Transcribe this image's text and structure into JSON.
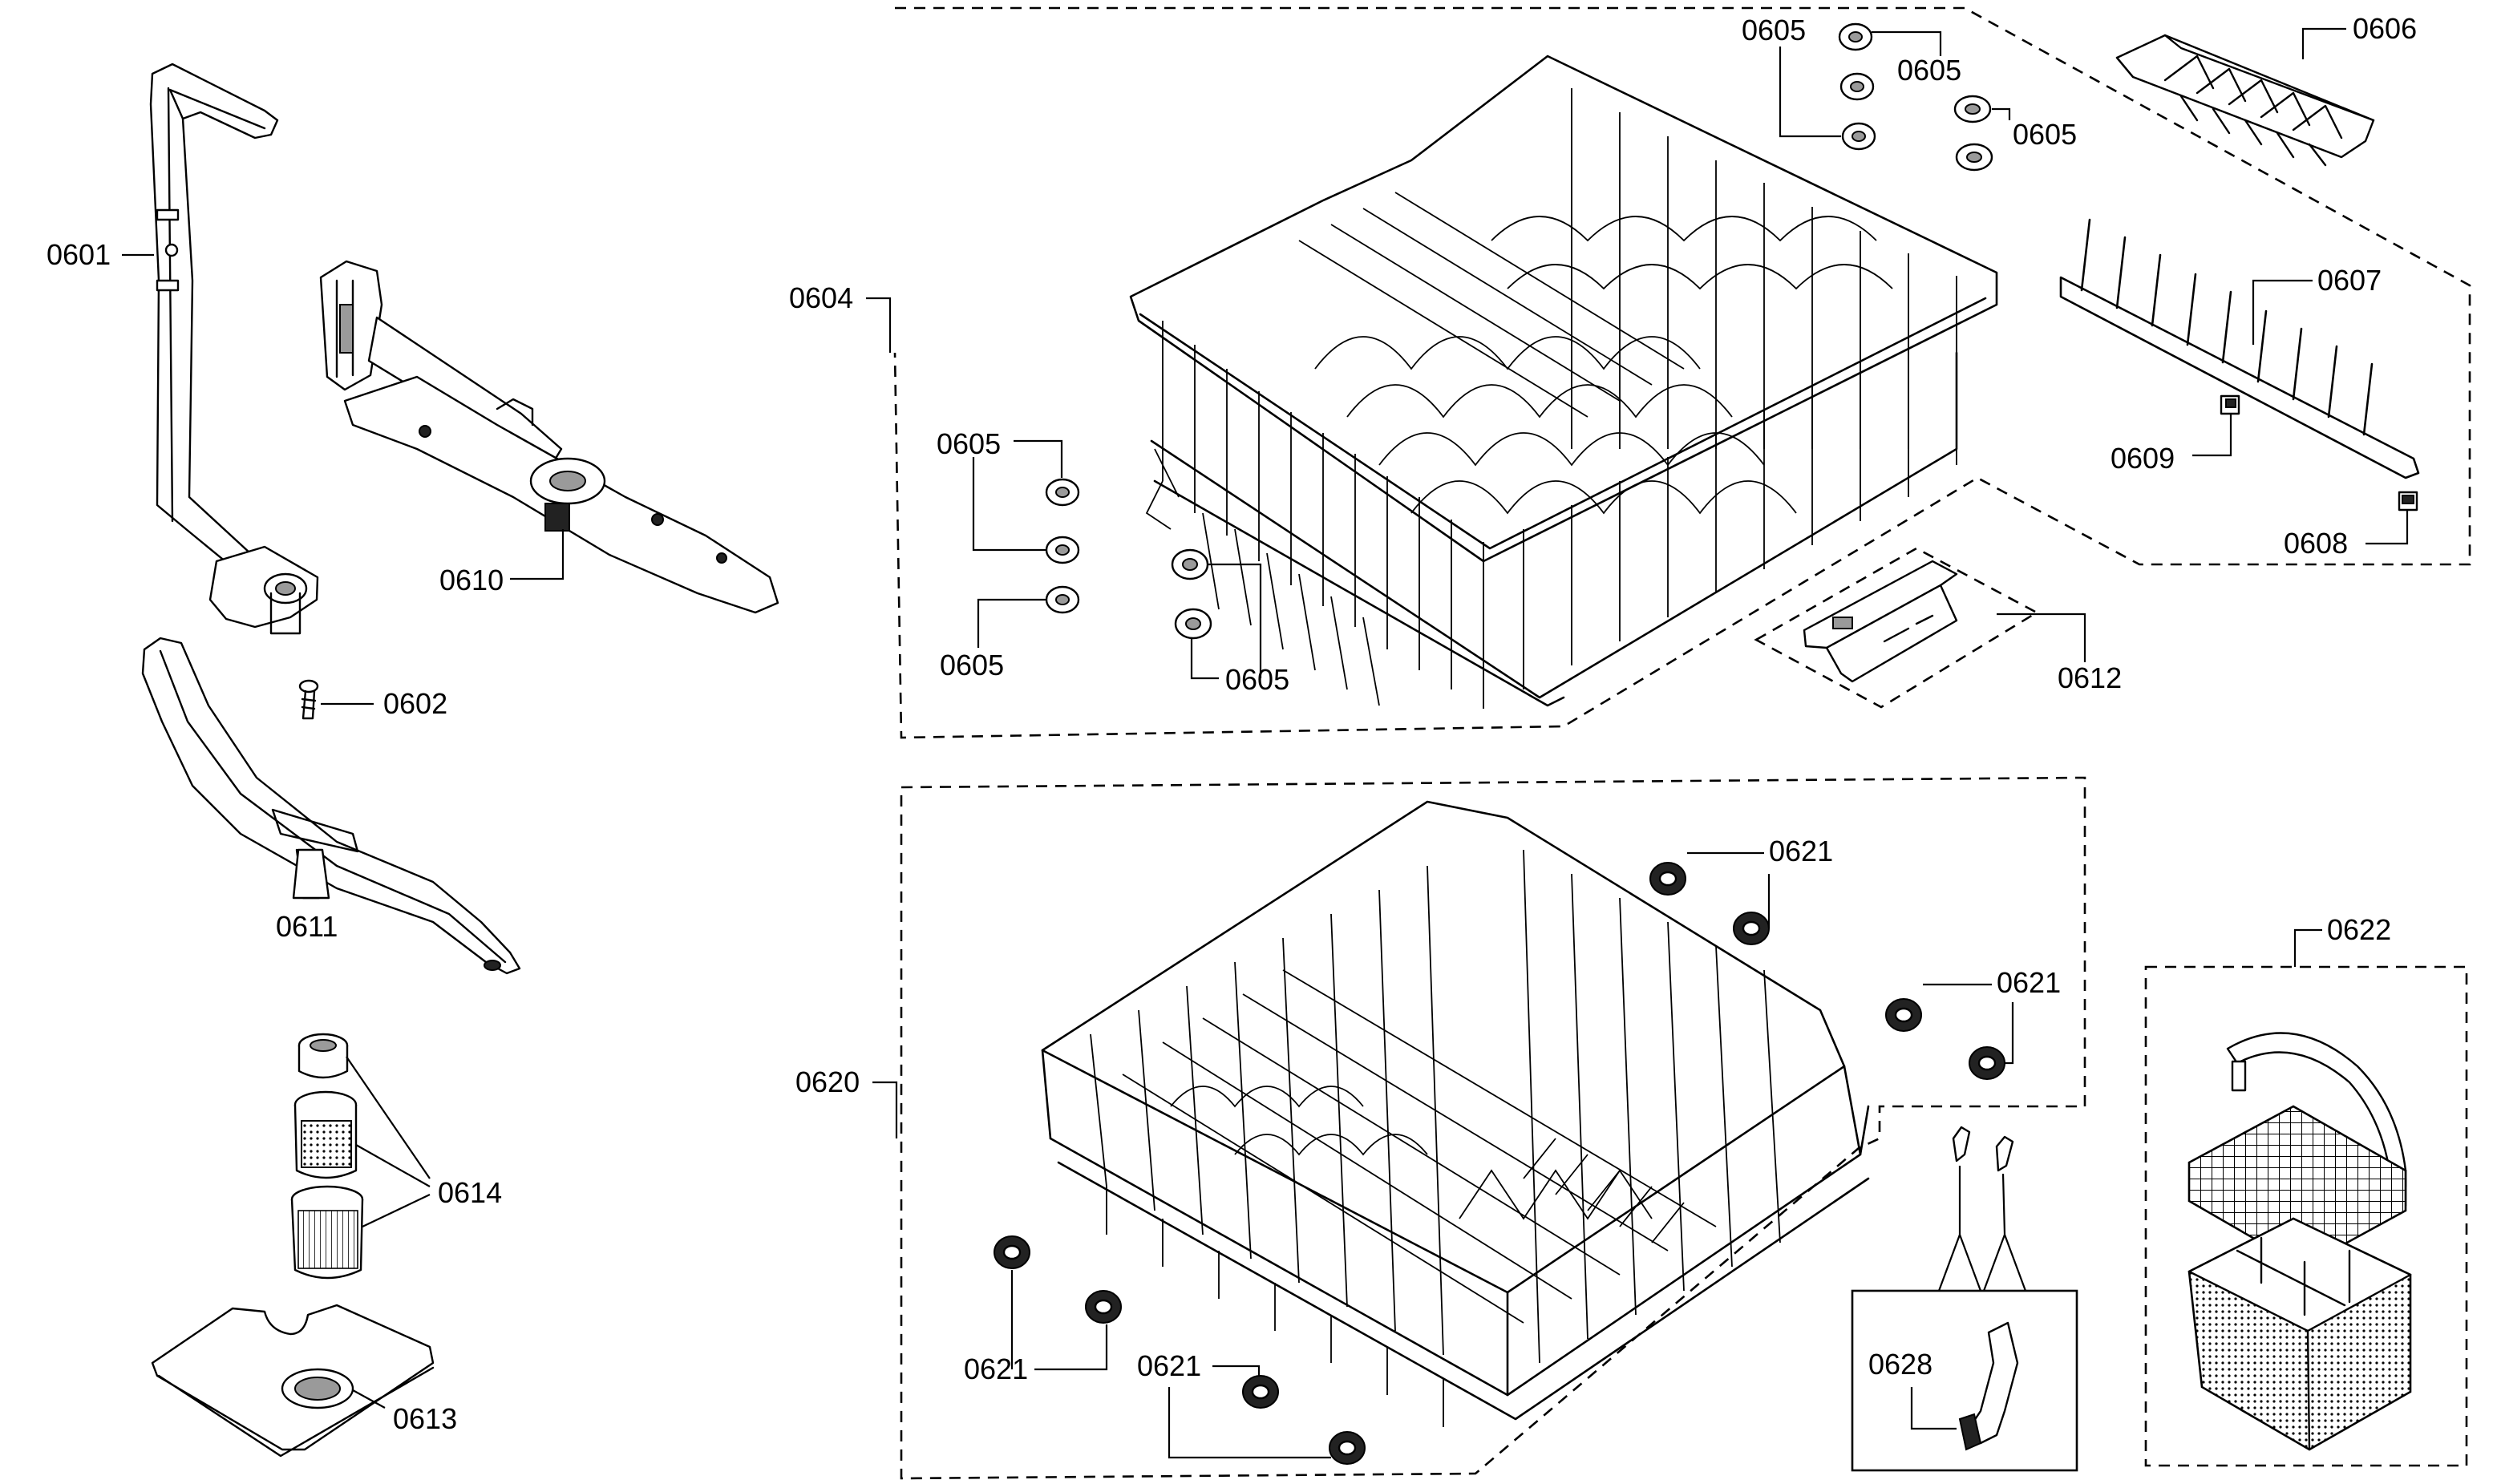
{
  "labels": {
    "p0601": "0601",
    "p0602": "0602",
    "p0604": "0604",
    "p0605": "0605",
    "p0606": "0606",
    "p0607": "0607",
    "p0608": "0608",
    "p0609": "0609",
    "p0610": "0610",
    "p0611": "0611",
    "p0612": "0612",
    "p0613": "0613",
    "p0614": "0614",
    "p0620": "0620",
    "p0621": "0621",
    "p0622": "0622",
    "p0628": "0628"
  }
}
